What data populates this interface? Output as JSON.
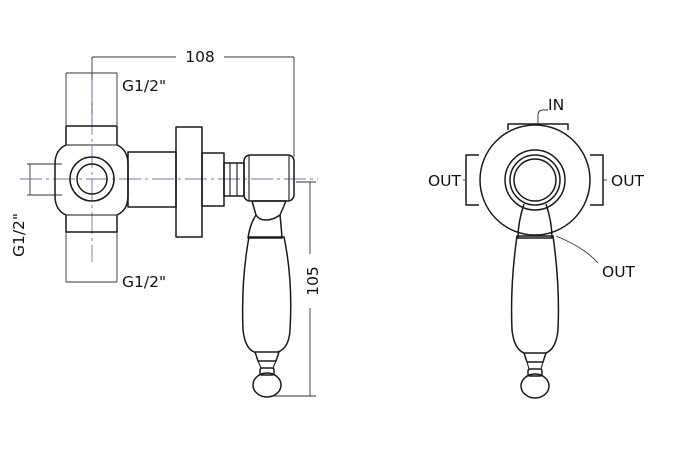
{
  "side_view": {
    "overall_length": "108",
    "thread_top": "G1/2\"",
    "thread_side": "G1/2\"",
    "thread_bottom": "G1/2\"",
    "handle_height": "105"
  },
  "front_view": {
    "port_top": "IN",
    "port_left": "OUT",
    "port_right": "OUT",
    "port_bottom": "OUT"
  },
  "colors": {
    "lines": "#1a1a1a",
    "centerlines": "#6a78b0"
  }
}
